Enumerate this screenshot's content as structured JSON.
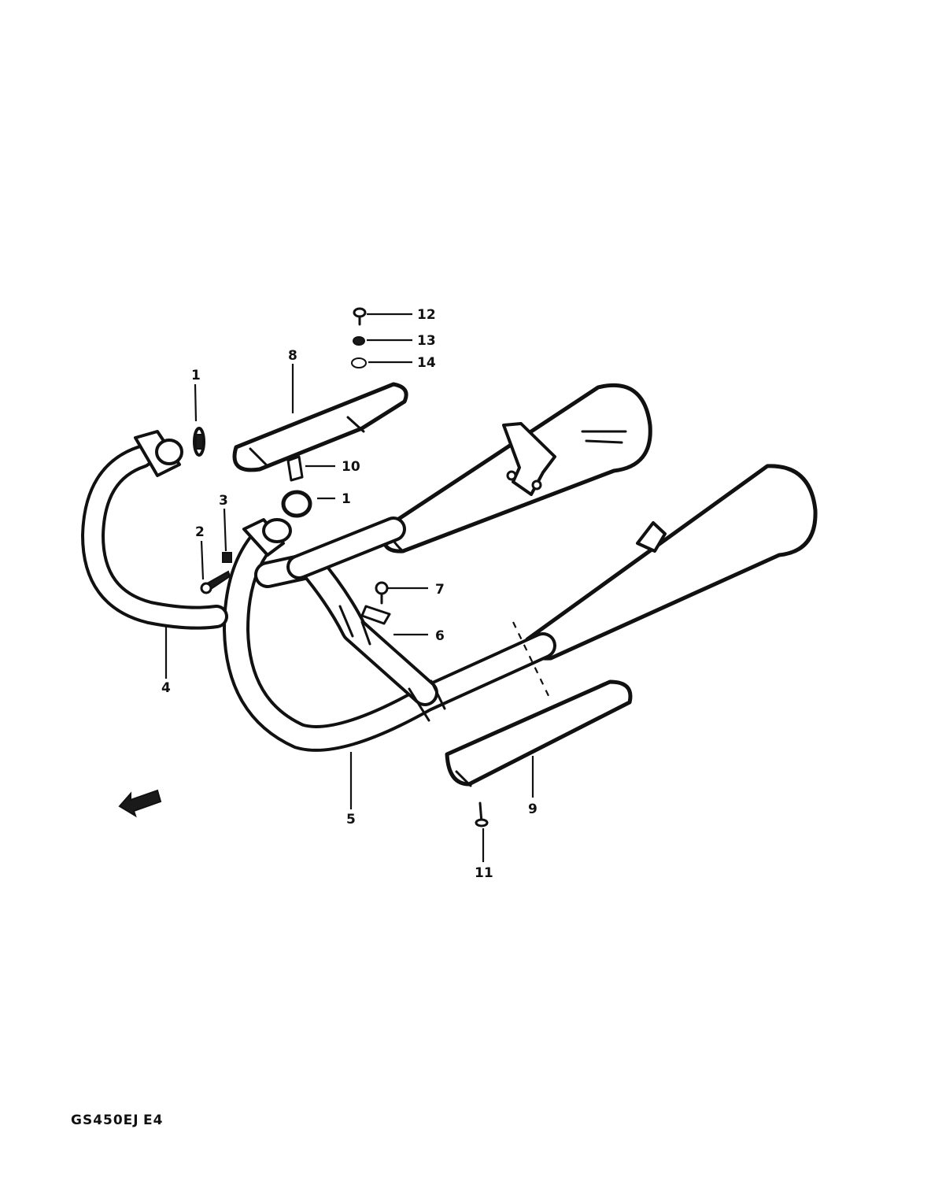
{
  "diagram": {
    "model_code": "GS450EJ",
    "group_code": "E4",
    "callouts": [
      {
        "id": "c1a",
        "number": "1"
      },
      {
        "id": "c1b",
        "number": "1"
      },
      {
        "id": "c2",
        "number": "2"
      },
      {
        "id": "c3",
        "number": "3"
      },
      {
        "id": "c4",
        "number": "4"
      },
      {
        "id": "c5",
        "number": "5"
      },
      {
        "id": "c6",
        "number": "6"
      },
      {
        "id": "c7",
        "number": "7"
      },
      {
        "id": "c8",
        "number": "8"
      },
      {
        "id": "c9",
        "number": "9"
      },
      {
        "id": "c10",
        "number": "10"
      },
      {
        "id": "c11",
        "number": "11"
      },
      {
        "id": "c12",
        "number": "12"
      },
      {
        "id": "c13",
        "number": "13"
      },
      {
        "id": "c14",
        "number": "14"
      }
    ]
  }
}
